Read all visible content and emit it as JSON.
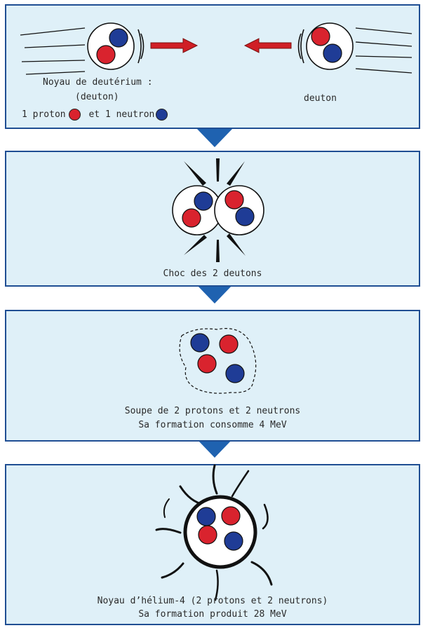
{
  "colors": {
    "panel_bg": "#dff0f8",
    "panel_border": "#1f4e93",
    "proton": "#d9232e",
    "neutron": "#1f3c96",
    "arrow": "#d01f26",
    "chevron": "#1f62b0"
  },
  "panel1": {
    "left_label_line1": "Noyau de deutérium :",
    "left_label_line2": "(deuton)",
    "legend_proton": "1 proton",
    "legend_and": "et",
    "legend_neutron": "1 neutron",
    "right_label": "deuton"
  },
  "panel2": {
    "caption": "Choc des 2 deutons"
  },
  "panel3": {
    "caption_line1": "Soupe de 2 protons et 2 neutrons",
    "caption_line2": "Sa formation consomme 4 MeV"
  },
  "panel4": {
    "caption_line1": "Noyau d’hélium-4 (2 protons et 2 neutrons)",
    "caption_line2": "Sa formation produit 28 MeV"
  }
}
